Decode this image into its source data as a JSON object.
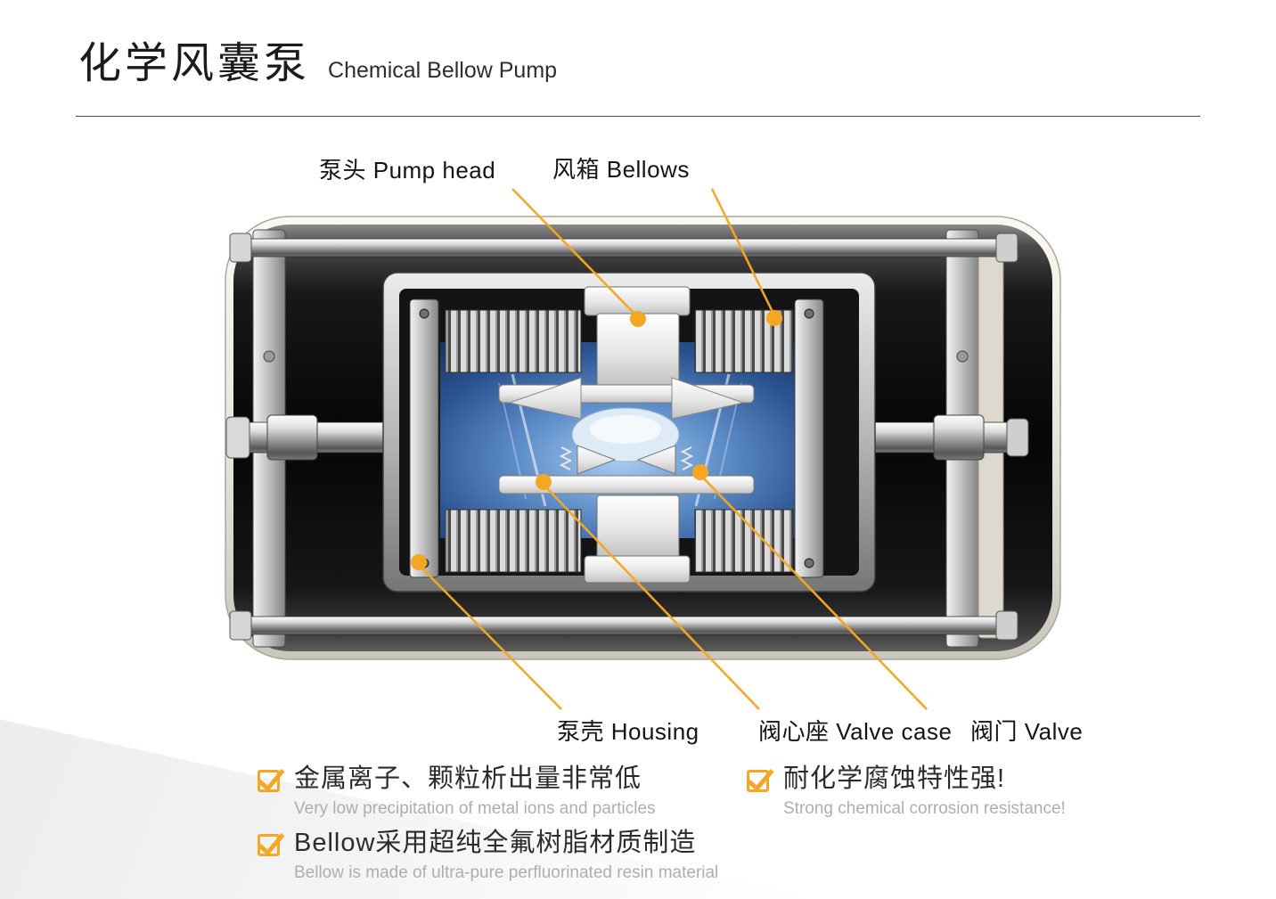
{
  "page": {
    "accent_color": "#F5A623",
    "icons": {
      "checkbox": "check-icon",
      "marker": "orange-dot-marker"
    }
  },
  "header": {
    "title_zh": "化学风囊泵",
    "title_en": "Chemical Bellow Pump"
  },
  "diagram": {
    "labels": {
      "pump_head": "泵头 Pump head",
      "bellows": "风箱 Bellows",
      "housing": "泵壳 Housing",
      "valve_case": "阀心座 Valve case",
      "valve": "阀门 Valve"
    }
  },
  "features": [
    {
      "zh": "金属离子、颗粒析出量非常低",
      "en": "Very low precipitation of metal ions and particles"
    },
    {
      "zh": "耐化学腐蚀特性强!",
      "en": "Strong chemical corrosion resistance!"
    },
    {
      "zh": "Bellow采用超纯全氟树脂材质制造",
      "en": "Bellow is made of ultra-pure perfluorinated resin material"
    }
  ]
}
